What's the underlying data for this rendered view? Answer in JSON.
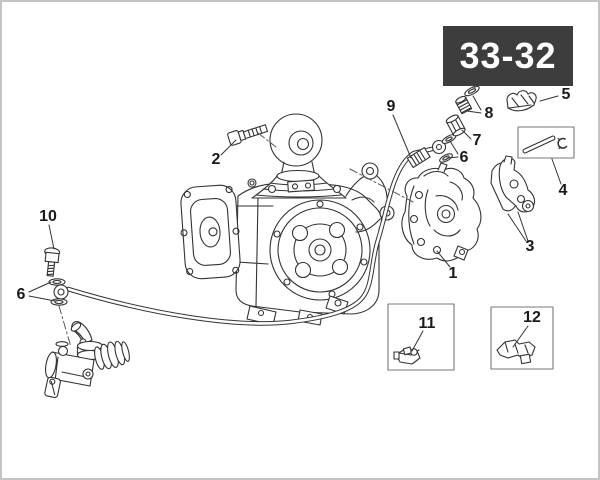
{
  "page_code": {
    "label": "33-32"
  },
  "callouts": {
    "c1": "1",
    "c2": "2",
    "c3": "3",
    "c4": "4",
    "c5": "5",
    "c6a": "6",
    "c6b": "6",
    "c7": "7",
    "c8": "8",
    "c9": "9",
    "c10": "10",
    "c11": "11",
    "c12": "12"
  },
  "colors": {
    "badge_bg": "#3d3d3d",
    "badge_fg": "#ffffff",
    "line": "#333333",
    "frame": "#c4c4c4"
  }
}
